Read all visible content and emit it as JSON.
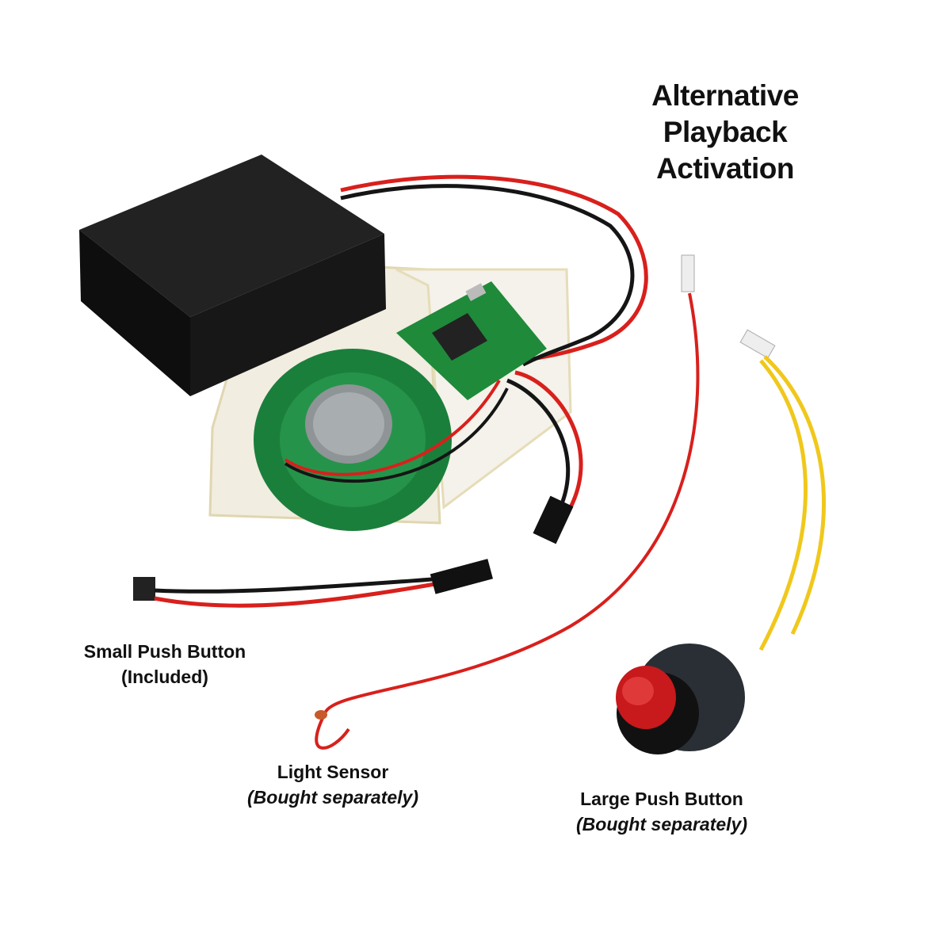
{
  "title": {
    "line1": "Alternative Playback",
    "line2": "Activation"
  },
  "labels": {
    "small_button": {
      "name": "Small Push Button",
      "note": "(Included)"
    },
    "light_sensor": {
      "name": "Light Sensor",
      "note": "(Bought separately)"
    },
    "large_button": {
      "name": "Large Push Button",
      "note": "(Bought separately)"
    }
  },
  "colors": {
    "wire_red": "#d8201c",
    "wire_black": "#151515",
    "wire_yellow": "#f0c81c",
    "pcb_green": "#1f8a3a",
    "speaker_green": "#1b7f3c",
    "button_red": "#c8191c"
  }
}
